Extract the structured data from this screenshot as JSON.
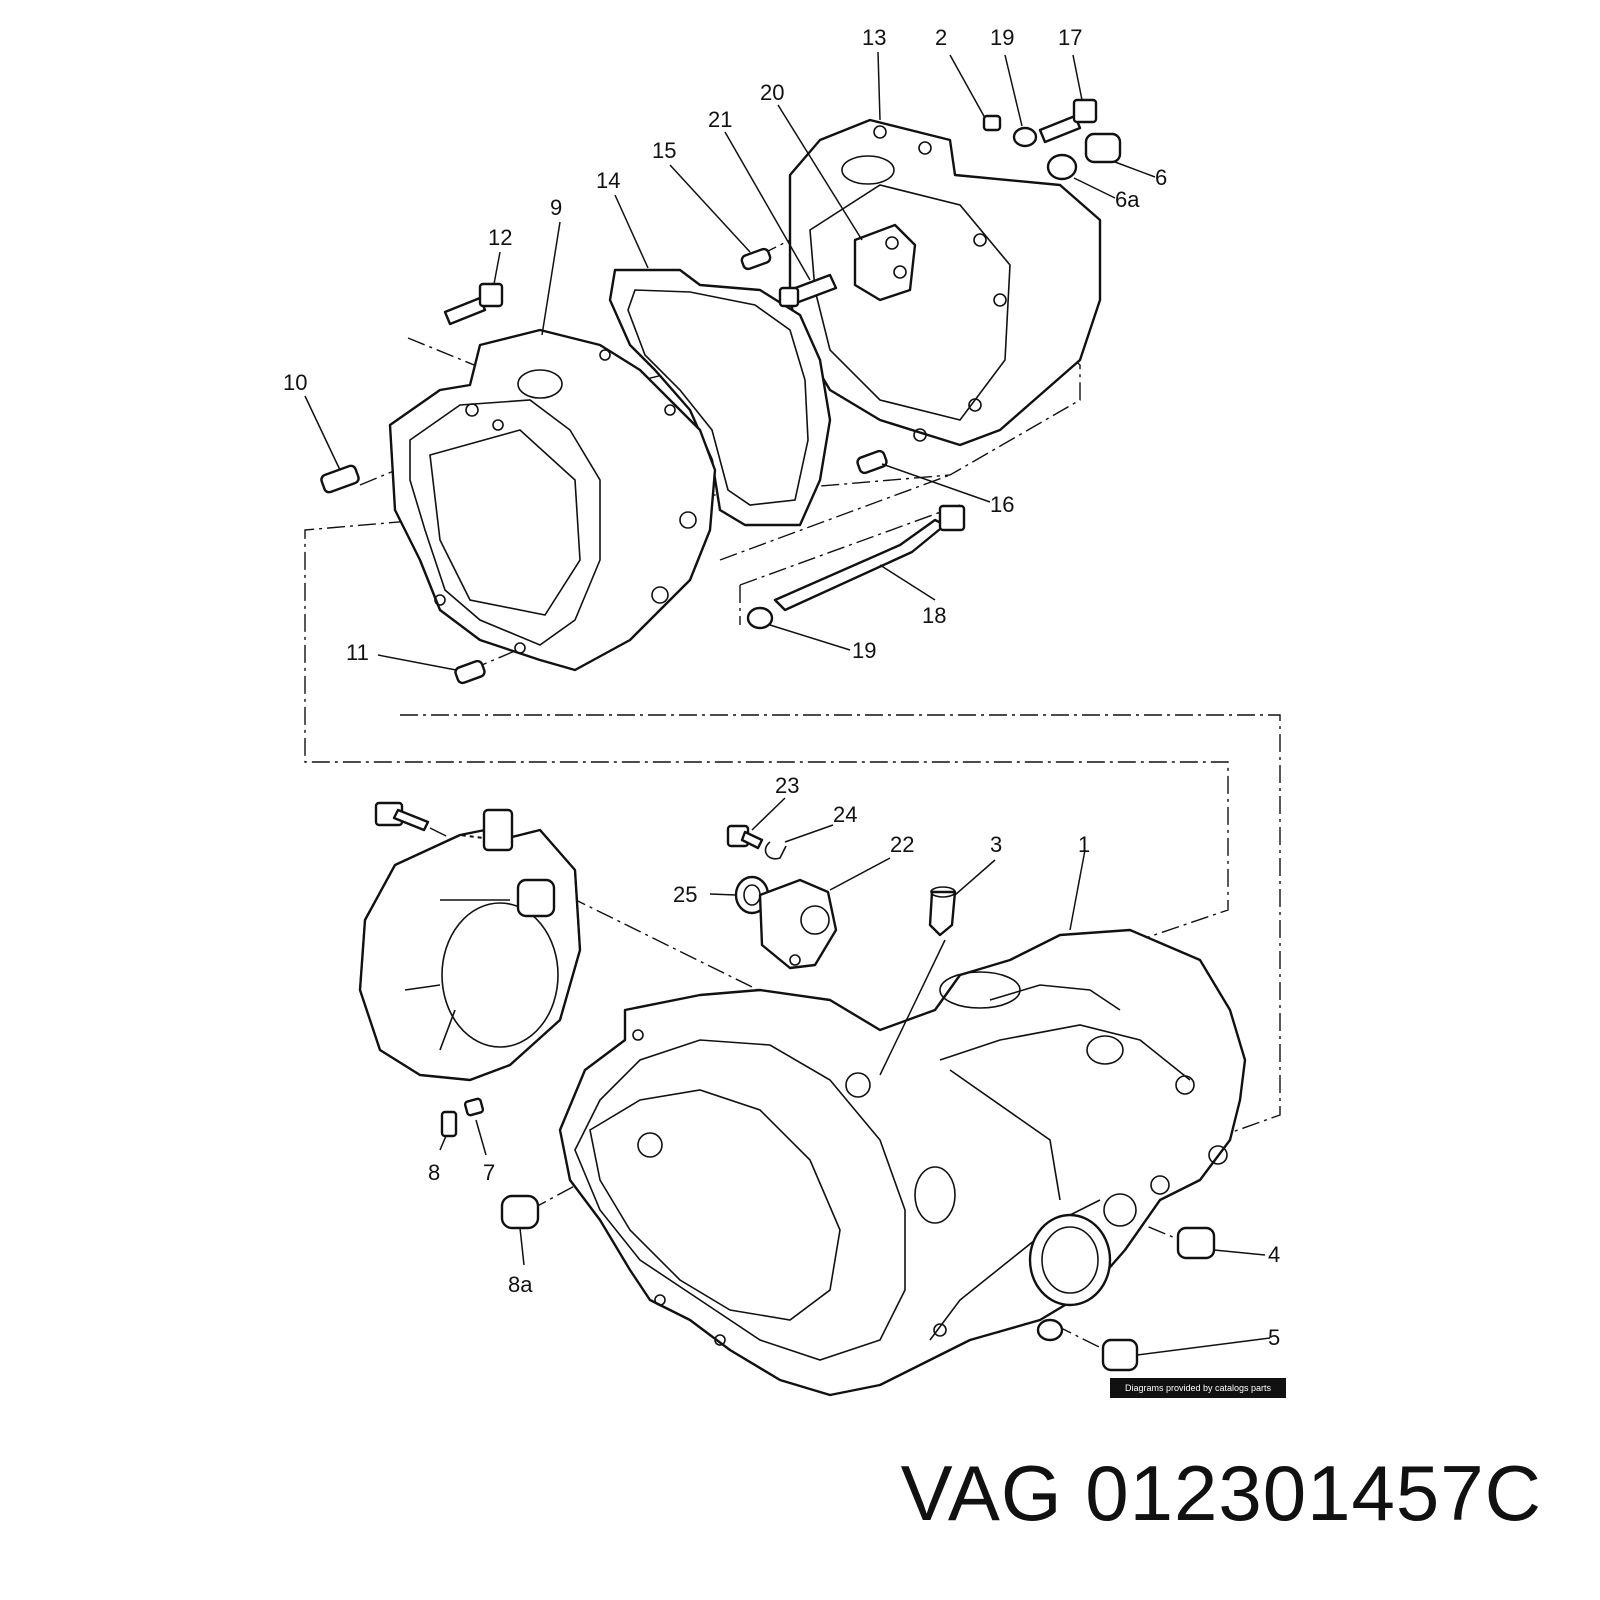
{
  "callouts": [
    {
      "id": "13",
      "text": "13"
    },
    {
      "id": "2",
      "text": "2"
    },
    {
      "id": "19a",
      "text": "19"
    },
    {
      "id": "17",
      "text": "17"
    },
    {
      "id": "20",
      "text": "20"
    },
    {
      "id": "21",
      "text": "21"
    },
    {
      "id": "15",
      "text": "15"
    },
    {
      "id": "14",
      "text": "14"
    },
    {
      "id": "9",
      "text": "9"
    },
    {
      "id": "12",
      "text": "12"
    },
    {
      "id": "6",
      "text": "6"
    },
    {
      "id": "6a",
      "text": "6a"
    },
    {
      "id": "10",
      "text": "10"
    },
    {
      "id": "16",
      "text": "16"
    },
    {
      "id": "18",
      "text": "18"
    },
    {
      "id": "19b",
      "text": "19"
    },
    {
      "id": "11",
      "text": "11"
    },
    {
      "id": "23",
      "text": "23"
    },
    {
      "id": "24",
      "text": "24"
    },
    {
      "id": "22",
      "text": "22"
    },
    {
      "id": "3",
      "text": "3"
    },
    {
      "id": "1",
      "text": "1"
    },
    {
      "id": "25",
      "text": "25"
    },
    {
      "id": "8",
      "text": "8"
    },
    {
      "id": "7",
      "text": "7"
    },
    {
      "id": "8a",
      "text": "8a"
    },
    {
      "id": "4",
      "text": "4"
    },
    {
      "id": "5",
      "text": "5"
    }
  ],
  "credit": "Diagrams provided by catalogs parts",
  "part_number": "VAG 012301457C"
}
